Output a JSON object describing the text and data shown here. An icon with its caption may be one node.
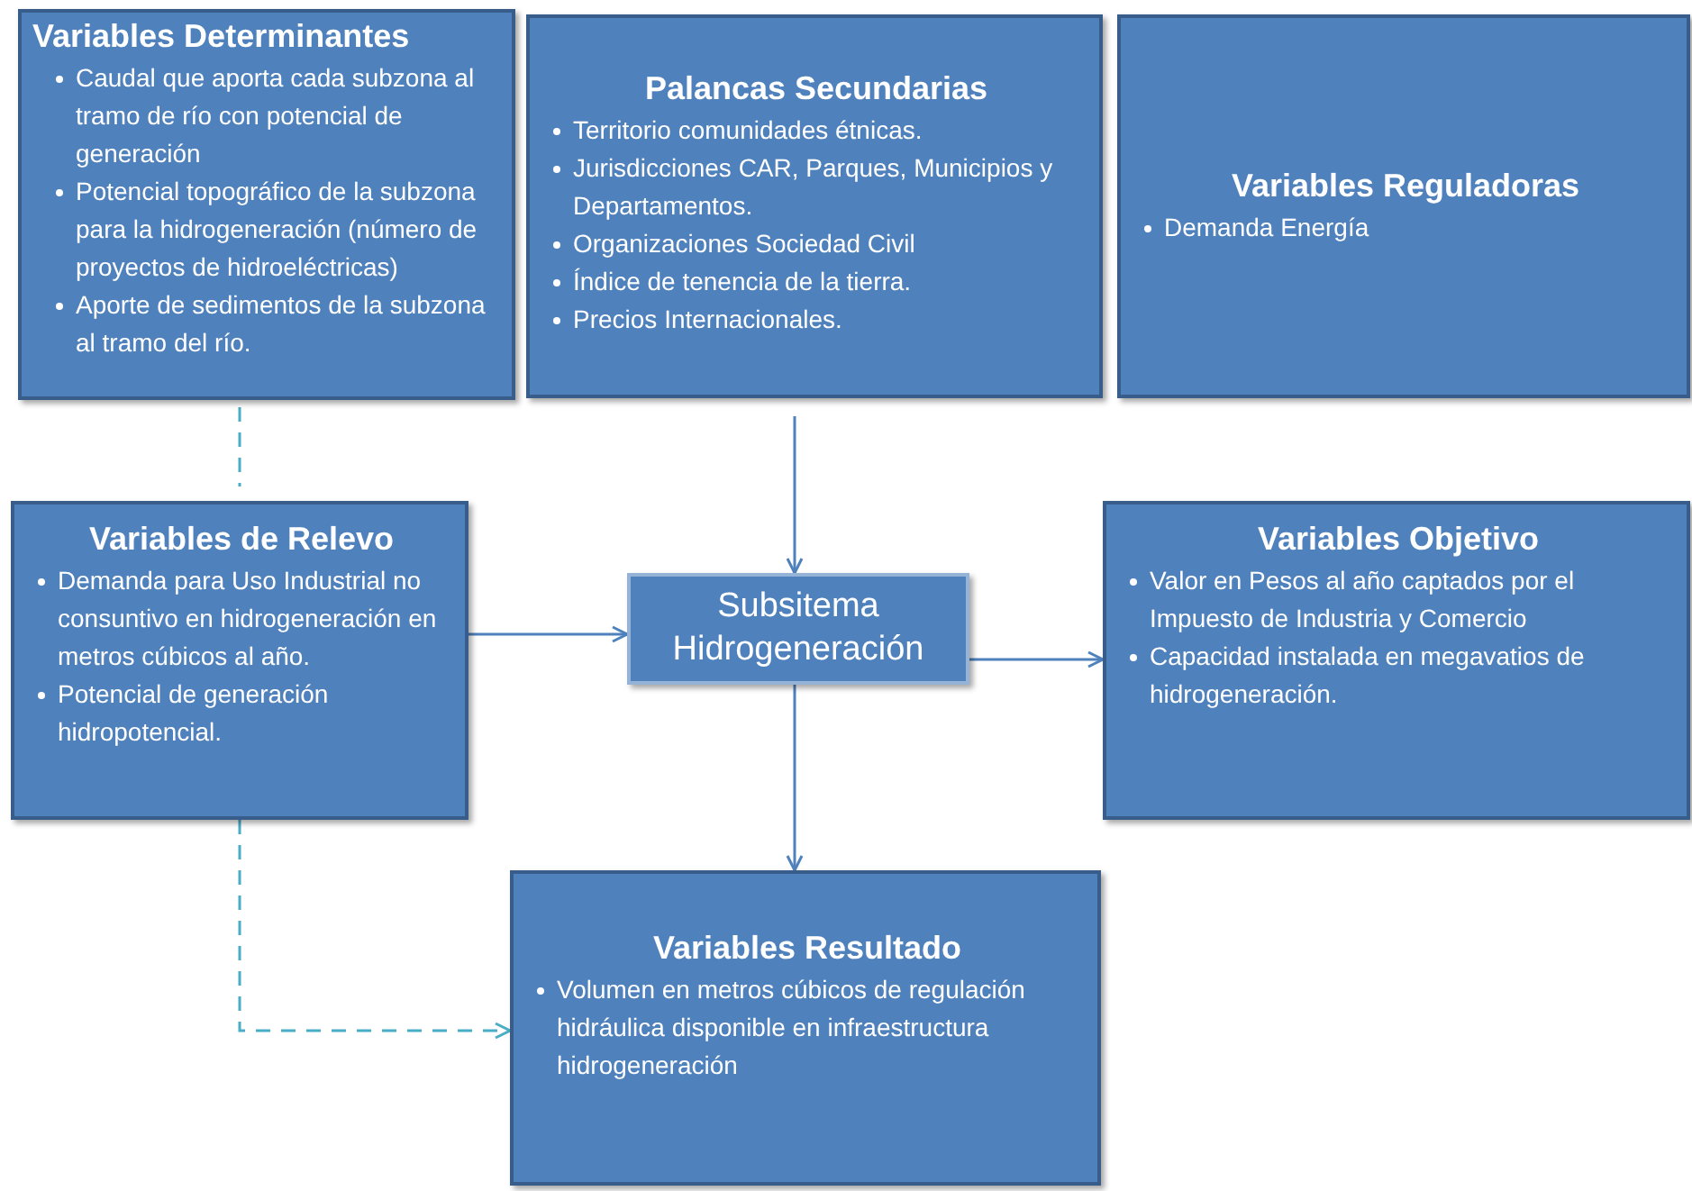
{
  "diagram": {
    "nodes": [
      {
        "text": [
          "Variables Determinantes",
          "Caudal que aporta cada subzona al tramo de río con potencial de generación",
          "Potencial topográfico de la subzona para la hidrogeneración (número de proyectos de hidroeléctricas)",
          "Aporte de sedimentos de la subzona al tramo del río."
        ]
      },
      {
        "text": [
          "Palancas Secundarias",
          "Territorio comunidades étnicas.",
          "Jurisdicciones CAR, Parques, Municipios y Departamentos.",
          "Organizaciones Sociedad Civil",
          "Índice de tenencia de la tierra.",
          "Precios Internacionales."
        ]
      },
      {
        "text": [
          "Variables Reguladoras",
          "Demanda Energía"
        ]
      },
      {
        "text": [
          "Variables de Relevo",
          "Demanda para Uso Industrial no consuntivo en hidrogeneración en metros cúbicos al año.",
          "Potencial de generación hidropotencial."
        ]
      },
      {
        "text": [
          "Subsitema Hidrogeneración"
        ]
      },
      {
        "text": [
          "Variables Objetivo",
          "Valor en Pesos al año captados por el Impuesto de Industria y Comercio",
          "Capacidad instalada en megavatios de hidrogeneración."
        ]
      },
      {
        "text": [
          "Variables Resultado",
          "Volumen en metros cúbicos de regulación hidráulica disponible en infraestructura hidrogeneración"
        ]
      }
    ],
    "edges": [
      {
        "from": 0,
        "to": 3,
        "arrow": "none",
        "style": "dashed",
        "color": "#4bacc6"
      },
      {
        "from": 3,
        "to": 6,
        "arrow": "to",
        "style": "dashed",
        "color": "#4bacc6"
      },
      {
        "from": 1,
        "to": 4,
        "arrow": "to"
      },
      {
        "from": 3,
        "to": 4,
        "arrow": "to"
      },
      {
        "from": 4,
        "to": 5,
        "arrow": "to"
      },
      {
        "from": 4,
        "to": 6,
        "arrow": "to"
      }
    ]
  }
}
